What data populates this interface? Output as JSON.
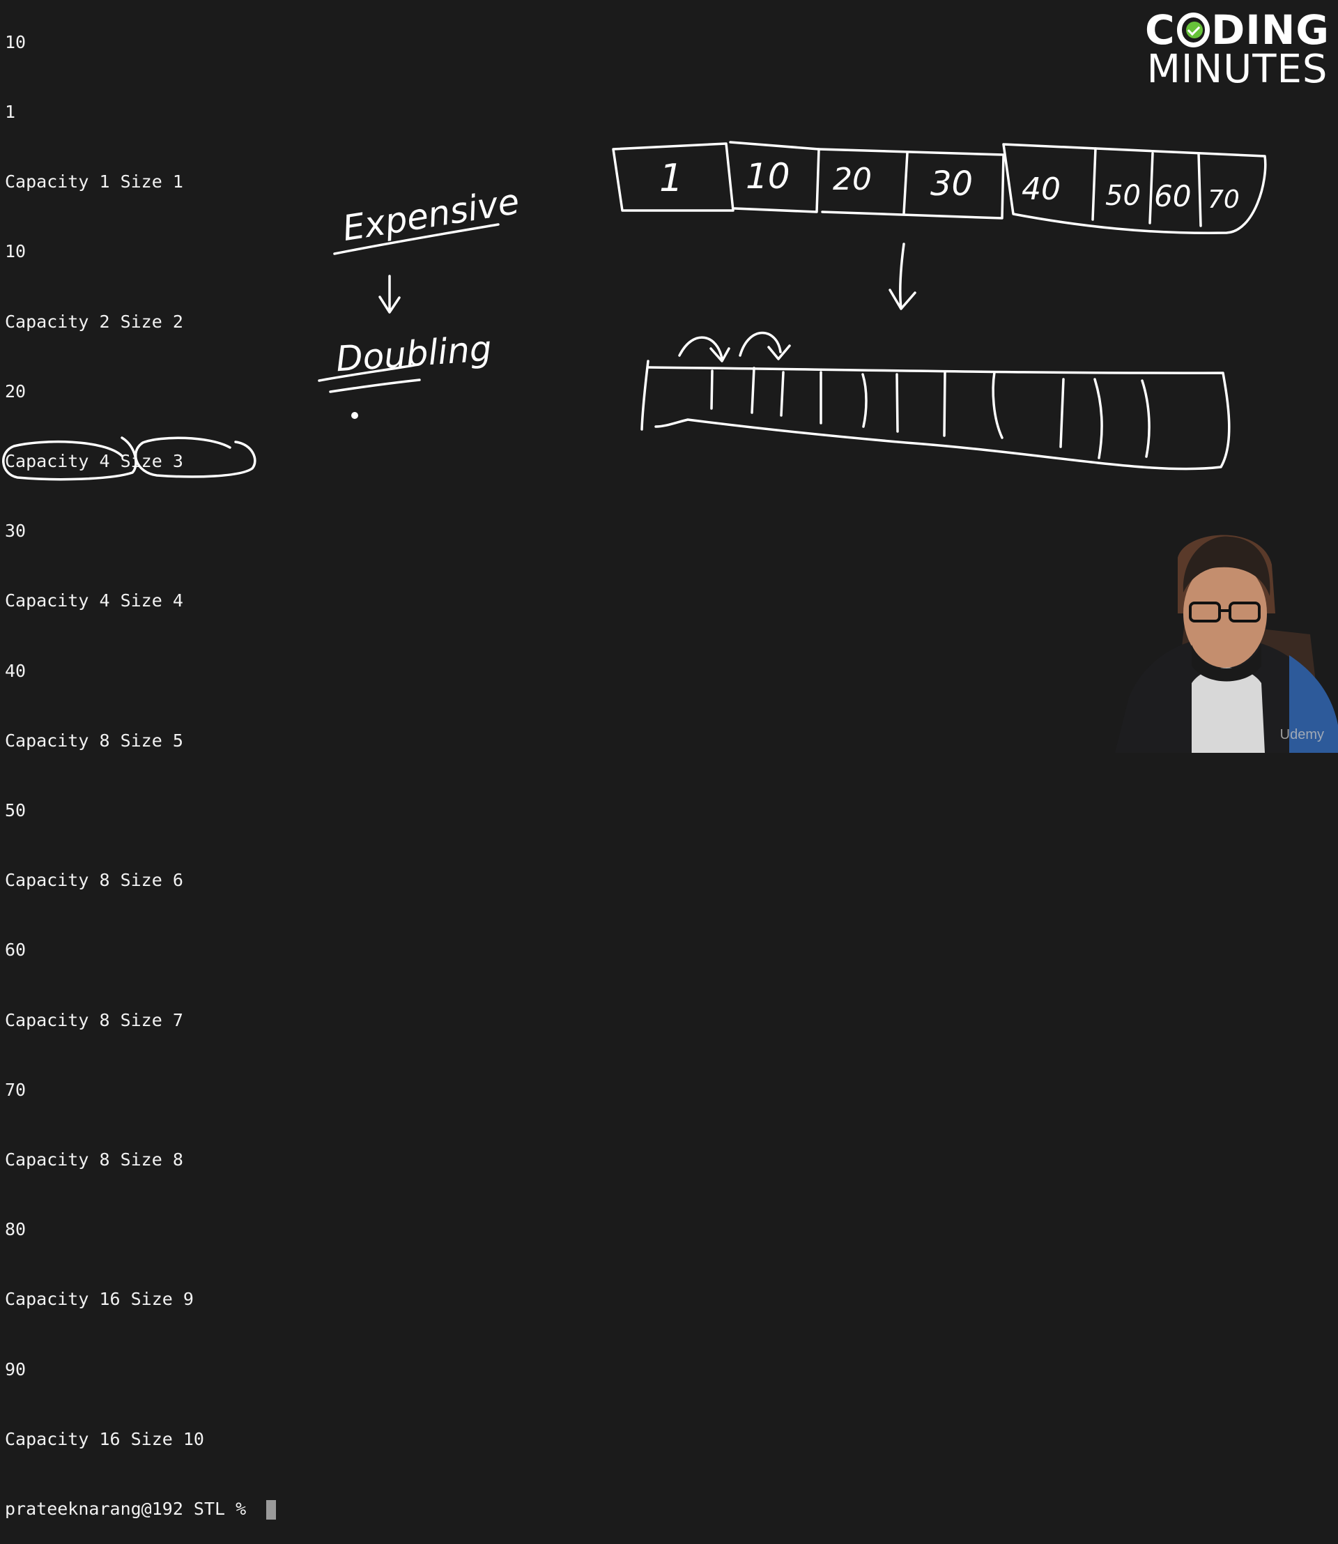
{
  "terminal": {
    "lines": [
      "10",
      "1",
      "Capacity 1 Size 1",
      "10",
      "Capacity 2 Size 2",
      "20",
      "Capacity 4 Size 3",
      "30",
      "Capacity 4 Size 4",
      "40",
      "Capacity 8 Size 5",
      "50",
      "Capacity 8 Size 6",
      "60",
      "Capacity 8 Size 7",
      "70",
      "Capacity 8 Size 8",
      "80",
      "Capacity 16 Size 9",
      "90",
      "Capacity 16 Size 10"
    ],
    "prompt": "prateeknarang@192 STL % "
  },
  "logo": {
    "line1_pre": "C",
    "line1_post": "DING",
    "line2": "MINUTES",
    "accent_color": "#67c23a"
  },
  "annotations": {
    "expensive": "Expensive",
    "doubling": "Doubling",
    "old_array": [
      "1",
      "10",
      "20",
      "30",
      "40",
      "50",
      "60",
      "70"
    ]
  },
  "watermark": "Udemy"
}
